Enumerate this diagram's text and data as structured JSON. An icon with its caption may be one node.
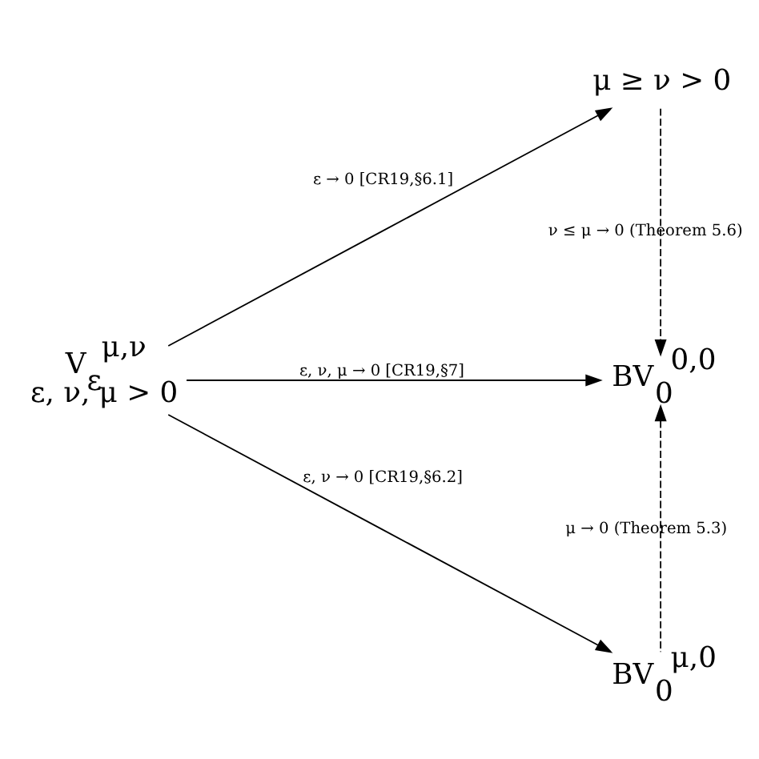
{
  "diagram": {
    "nodes": [
      {
        "text": [
          "V$_{ε}$$^{μ,ν}$",
          "ε, ν, μ > 0"
        ]
      },
      {
        "text": [
          "μ ≥ ν > 0"
        ]
      },
      {
        "text": [
          "BV$_{0}$$^{0,0}$"
        ]
      },
      {
        "text": [
          "BV$_{0}$$^{μ,0}$"
        ]
      }
    ],
    "edges": [
      {
        "from": 0,
        "to": 1,
        "arrow": "to",
        "label": "ε → 0 [CR19,§6.1]"
      },
      {
        "from": 0,
        "to": 2,
        "arrow": "to",
        "label": "ε, ν, μ → 0 [CR19,§7]"
      },
      {
        "from": 0,
        "to": 3,
        "arrow": "to",
        "label": "ε, ν → 0 [CR19,§6.2]"
      },
      {
        "from": 1,
        "to": 2,
        "arrow": "to",
        "style": "dashed",
        "label": "ν ≤ μ → 0 (Theorem 5.6)"
      },
      {
        "from": 3,
        "to": 2,
        "arrow": "to",
        "style": "dashed",
        "label": "μ → 0 (Theorem 5.3)"
      }
    ]
  }
}
